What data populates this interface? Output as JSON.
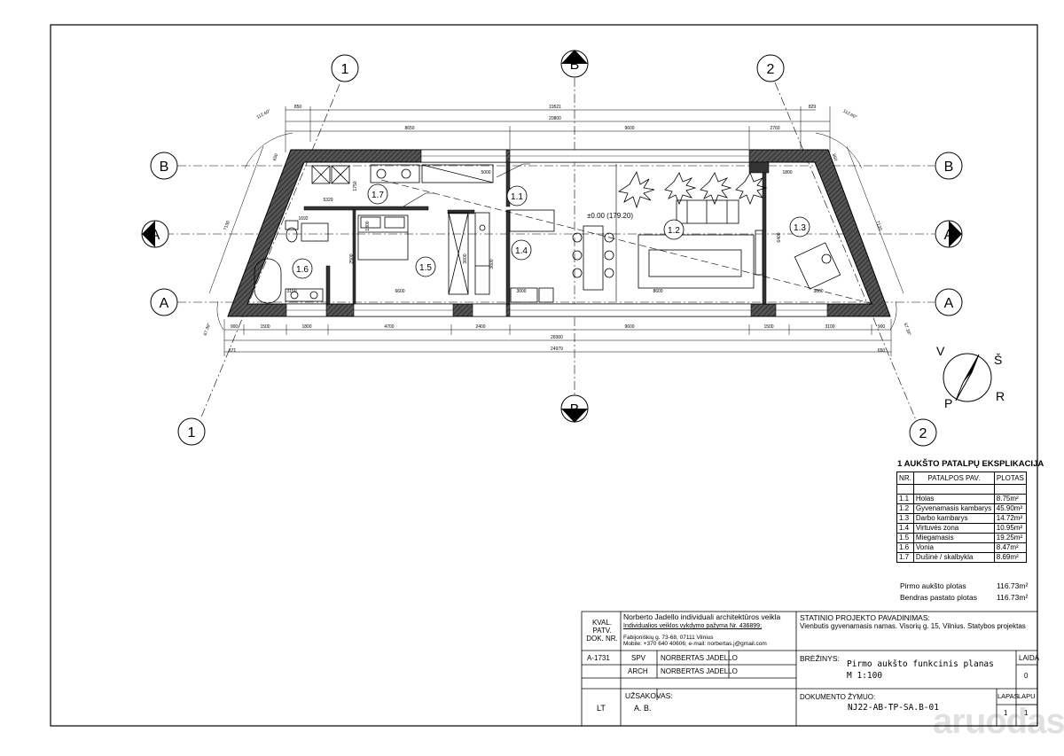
{
  "plan": {
    "level_label": "±0.00 (179.20)",
    "axis_numbers": [
      "1",
      "2"
    ],
    "axis_letters": [
      "A",
      "B"
    ],
    "rooms": [
      "1.1",
      "1.2",
      "1.3",
      "1.4",
      "1.5",
      "1.6",
      "1.7"
    ],
    "dims_top_outer": [
      "19521"
    ],
    "dims_top_total": [
      "20800"
    ],
    "dims_top_segments": [
      "850",
      "8650",
      "9600",
      "2760",
      "829"
    ],
    "dims_bottom_segments": [
      "900",
      "1500",
      "1800",
      "4700",
      "2400",
      "9600",
      "1500",
      "3100",
      "900"
    ],
    "dims_bottom_total": [
      "28300"
    ],
    "dims_bottom_outer": [
      "24979"
    ],
    "dims_interior": [
      "5000",
      "5329",
      "6600",
      "3600",
      "8600",
      "3600",
      "3000",
      "2500",
      "3150",
      "1800",
      "1692",
      "1800",
      "1750",
      "3600",
      "6400"
    ],
    "dims_angles": [
      "112.60°",
      "112.60°",
      "67.39°",
      "67.39°"
    ],
    "dims_side": [
      "7130",
      "7130",
      "650",
      "850",
      "871",
      "650"
    ],
    "compass_letters": [
      "Š",
      "R",
      "P",
      "V"
    ]
  },
  "explication": {
    "title": "1 AUKŠTO PATALPŲ EKSPLIKACIJA",
    "headers": [
      "NR.",
      "PATALPOS PAV.",
      "PLOTAS"
    ],
    "rows": [
      {
        "nr": "1.1",
        "name": "Holas",
        "area": "8.75m²"
      },
      {
        "nr": "1.2",
        "name": "Gyvenamasis kambarys",
        "area": "45.90m²"
      },
      {
        "nr": "1.3",
        "name": "Darbo kambarys",
        "area": "14.72m²"
      },
      {
        "nr": "1.4",
        "name": "Virtuvės zona",
        "area": "10.95m²"
      },
      {
        "nr": "1.5",
        "name": "Miegamasis",
        "area": "19.25m²"
      },
      {
        "nr": "1.6",
        "name": "Vonia",
        "area": "8.47m²"
      },
      {
        "nr": "1.7",
        "name": "Dušinė / skalbykla",
        "area": "8.69m²"
      }
    ],
    "floor_area_label": "Pirmo aukšto plotas",
    "floor_area": "116.73m²",
    "total_area_label": "Bendras pastato plotas",
    "total_area": "116.73m²"
  },
  "title_block": {
    "kval_label": "KVAL. PATV. DOK. NR.",
    "firm_name": "Norberto Jadello individuali architektūros veikla",
    "firm_cert": "Individualios veiklos vykdymo pažyma Nr. 436899;",
    "firm_address": "Fabijoniškių g. 73-68, 07111 Vilnius",
    "firm_contact": "Mobile: +370 640 40606; e-mail: norbertas.j@gmail.com",
    "project_label": "STATINIO PROJEKTO PAVADINIMAS:",
    "project_name": "Vienbutis gyvenamasis namas. Visorių g. 15, Vilnius. Statybos projektas",
    "doc_no": "A-1731",
    "role1": "SPV",
    "person1": "NORBERTAS JADELLO",
    "role2": "ARCH",
    "person2": "NORBERTAS JADELLO",
    "drawing_label": "BRĖŽINYS:",
    "drawing_name": "Pirmo aukšto funkcinis planas",
    "scale": "M 1:100",
    "laida_label": "LAIDA",
    "laida": "0",
    "lang": "LT",
    "client_label": "UŽSAKOVAS:",
    "client": "A. B.",
    "doc_code_label": "DOKUMENTO ŽYMUO:",
    "doc_code": "NJ22-AB-TP-SA.B-01",
    "lapas_label": "LAPAS",
    "lapas": "1",
    "lapu_label": "LAPU",
    "lapu": "1"
  },
  "watermark": "aruodas.lt"
}
